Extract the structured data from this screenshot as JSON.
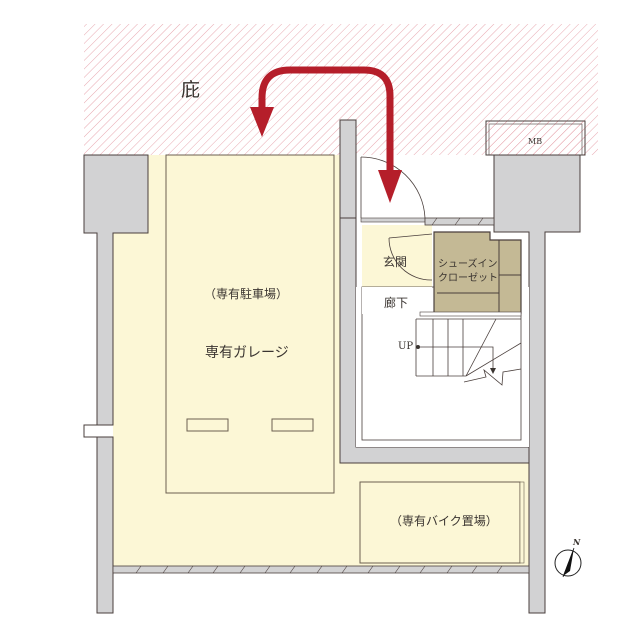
{
  "diagram": {
    "type": "floor-plan",
    "colors": {
      "canopy_hatch": "#e8a8b0",
      "floor_fill": "#fcf7d6",
      "wall_fill": "#d2d2d3",
      "wall_stroke": "#4a3f3c",
      "closet_fill": "#c4b995",
      "arrow": "#b51e2a"
    },
    "labels": {
      "canopy": "庇",
      "meter_box": "MB",
      "entrance": "玄関",
      "shoe_closet_line1": "シューズイン",
      "shoe_closet_line2": "クローゼット",
      "hallway": "廊下",
      "stairs_up": "UP",
      "parking_sub": "（専有駐車場）",
      "garage": "専有ガレージ",
      "bike_parking": "（専有バイク置場）",
      "compass_north": "N"
    }
  }
}
